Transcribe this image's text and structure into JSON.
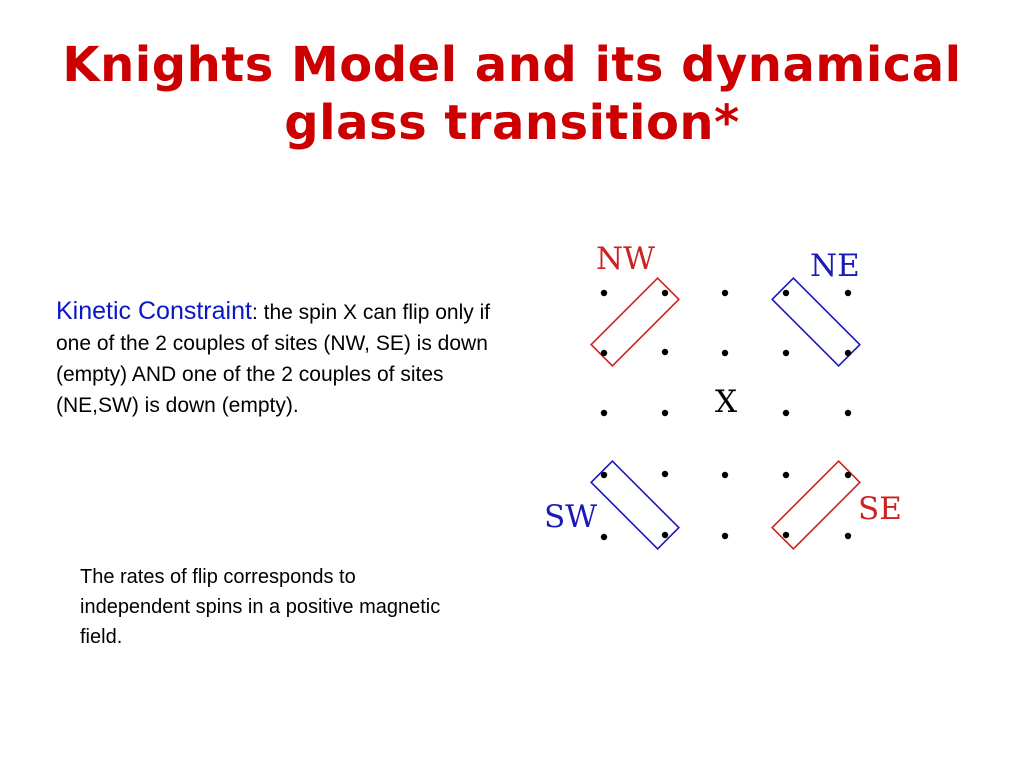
{
  "title": {
    "line1": "Knights Model and its dynamical",
    "line2": "glass transition*"
  },
  "constraint": {
    "term": "Kinetic Constraint",
    "text": ": the spin X can flip only if one of the 2 couples of sites (NW, SE) is down (empty) AND one of the 2 couples of sites (NE,SW) is down (empty)."
  },
  "rates_note": "The rates of flip corresponds to independent spins in a positive magnetic field.",
  "diagram": {
    "labels": {
      "nw": "NW",
      "ne": "NE",
      "sw": "SW",
      "se": "SE",
      "center": "X"
    },
    "colors": {
      "nw_se_boxes": "#cc2222",
      "ne_sw_boxes": "#1a1ab8",
      "dots": "#000000",
      "title": "#cc0000",
      "constraint_term": "#0a17c8"
    }
  }
}
